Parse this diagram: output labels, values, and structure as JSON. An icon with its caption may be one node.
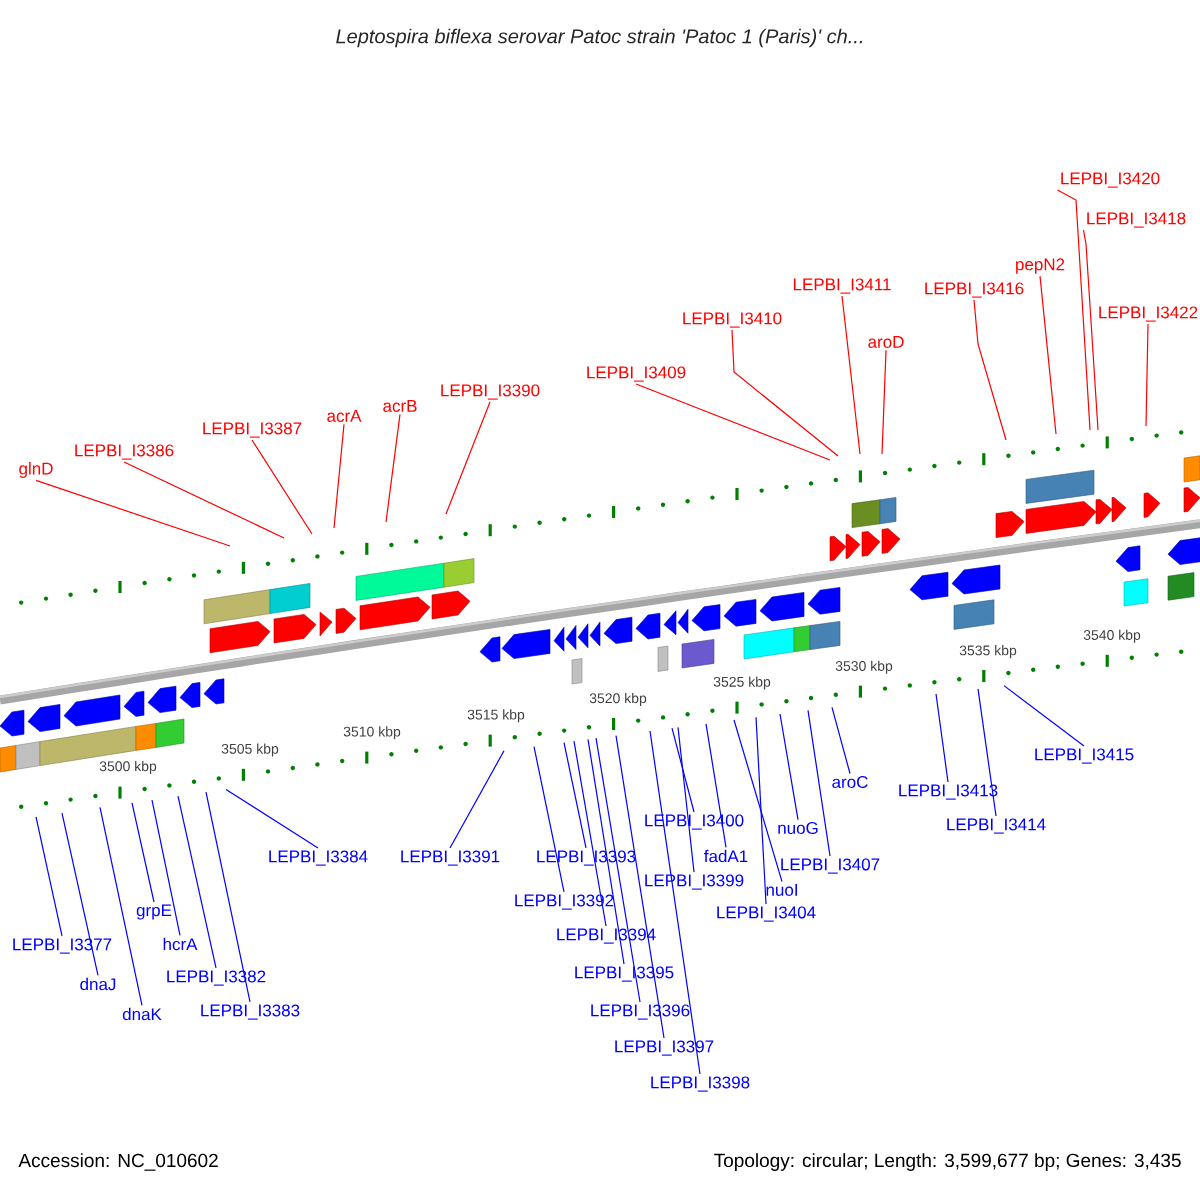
{
  "diagram": {
    "title": "Leptospira biflexa serovar Patoc strain 'Patoc 1 (Paris)' ch...",
    "nodes": [
      {
        "text": [
          "glnD"
        ]
      },
      {
        "text": [
          "LEPBI_I3386"
        ]
      },
      {
        "text": [
          "LEPBI_I3387"
        ]
      },
      {
        "text": [
          "acrA"
        ]
      },
      {
        "text": [
          "acrB"
        ]
      },
      {
        "text": [
          "LEPBI_I3390"
        ]
      },
      {
        "text": [
          "LEPBI_I3409"
        ]
      },
      {
        "text": [
          "LEPBI_I3410"
        ]
      },
      {
        "text": [
          "LEPBI_I3411"
        ]
      },
      {
        "text": [
          "aroD"
        ]
      },
      {
        "text": [
          "LEPBI_I3416"
        ]
      },
      {
        "text": [
          "pepN2"
        ]
      },
      {
        "text": [
          "LEPBI_I3418"
        ]
      },
      {
        "text": [
          "LEPBI_I3420"
        ]
      },
      {
        "text": [
          "LEPBI_I3422"
        ]
      },
      {
        "text": [
          "LEPBI_I3377"
        ]
      },
      {
        "text": [
          "dnaJ"
        ]
      },
      {
        "text": [
          "dnaK"
        ]
      },
      {
        "text": [
          "grpE"
        ]
      },
      {
        "text": [
          "hcrA"
        ]
      },
      {
        "text": [
          "LEPBI_I3382"
        ]
      },
      {
        "text": [
          "LEPBI_I3383"
        ]
      },
      {
        "text": [
          "LEPBI_I3384"
        ]
      },
      {
        "text": [
          "LEPBI_I3391"
        ]
      },
      {
        "text": [
          "LEPBI_I3392"
        ]
      },
      {
        "text": [
          "LEPBI_I3393"
        ]
      },
      {
        "text": [
          "LEPBI_I3394"
        ]
      },
      {
        "text": [
          "LEPBI_I3395"
        ]
      },
      {
        "text": [
          "LEPBI_I3396"
        ]
      },
      {
        "text": [
          "LEPBI_I3397"
        ]
      },
      {
        "text": [
          "LEPBI_I3398"
        ]
      },
      {
        "text": [
          "LEPBI_I3400"
        ]
      },
      {
        "text": [
          "LEPBI_I3399"
        ]
      },
      {
        "text": [
          "fadA1"
        ]
      },
      {
        "text": [
          "nuoI"
        ]
      },
      {
        "text": [
          "LEPBI_I3404"
        ]
      },
      {
        "text": [
          "nuoG"
        ]
      },
      {
        "text": [
          "LEPBI_I3407"
        ]
      },
      {
        "text": [
          "aroC"
        ]
      },
      {
        "text": [
          "LEPBI_I3413"
        ]
      },
      {
        "text": [
          "LEPBI_I3414"
        ]
      },
      {
        "text": [
          "LEPBI_I3415"
        ]
      }
    ],
    "edges": [
      {
        "from": 0,
        "to": null,
        "arrow": "none",
        "color": "#ff0000"
      },
      {
        "from": 1,
        "to": null,
        "arrow": "none",
        "color": "#ff0000"
      },
      {
        "from": 2,
        "to": null,
        "arrow": "none",
        "color": "#ff0000"
      },
      {
        "from": 3,
        "to": null,
        "arrow": "none",
        "color": "#ff0000"
      },
      {
        "from": 4,
        "to": null,
        "arrow": "none",
        "color": "#ff0000"
      },
      {
        "from": 5,
        "to": null,
        "arrow": "none",
        "color": "#ff0000"
      },
      {
        "from": 6,
        "to": null,
        "arrow": "none",
        "color": "#ff0000"
      },
      {
        "from": 7,
        "to": null,
        "arrow": "none",
        "color": "#ff0000"
      },
      {
        "from": 8,
        "to": null,
        "arrow": "none",
        "color": "#ff0000"
      },
      {
        "from": 9,
        "to": null,
        "arrow": "none",
        "color": "#ff0000"
      },
      {
        "from": 10,
        "to": null,
        "arrow": "none",
        "color": "#ff0000"
      },
      {
        "from": 11,
        "to": null,
        "arrow": "none",
        "color": "#ff0000"
      },
      {
        "from": 12,
        "to": null,
        "arrow": "none",
        "color": "#ff0000"
      },
      {
        "from": 13,
        "to": null,
        "arrow": "none",
        "color": "#ff0000"
      },
      {
        "from": 14,
        "to": null,
        "arrow": "none",
        "color": "#ff0000"
      },
      {
        "from": 15,
        "to": null,
        "arrow": "none"
      },
      {
        "from": 16,
        "to": null,
        "arrow": "none"
      },
      {
        "from": 17,
        "to": null,
        "arrow": "none"
      },
      {
        "from": 18,
        "to": null,
        "arrow": "none"
      },
      {
        "from": 19,
        "to": null,
        "arrow": "none"
      },
      {
        "from": 20,
        "to": null,
        "arrow": "none"
      },
      {
        "from": 21,
        "to": null,
        "arrow": "none"
      },
      {
        "from": 22,
        "to": null,
        "arrow": "none"
      },
      {
        "from": 23,
        "to": null,
        "arrow": "none"
      },
      {
        "from": 24,
        "to": null,
        "arrow": "none"
      },
      {
        "from": 25,
        "to": null,
        "arrow": "none"
      },
      {
        "from": 26,
        "to": null,
        "arrow": "none"
      },
      {
        "from": 27,
        "to": null,
        "arrow": "none"
      },
      {
        "from": 28,
        "to": null,
        "arrow": "none"
      },
      {
        "from": 29,
        "to": null,
        "arrow": "none"
      },
      {
        "from": 30,
        "to": null,
        "arrow": "none"
      },
      {
        "from": 31,
        "to": null,
        "arrow": "none"
      },
      {
        "from": 32,
        "to": null,
        "arrow": "none"
      },
      {
        "from": 33,
        "to": null,
        "arrow": "none"
      },
      {
        "from": 34,
        "to": null,
        "arrow": "none"
      },
      {
        "from": 35,
        "to": null,
        "arrow": "none"
      },
      {
        "from": 36,
        "to": null,
        "arrow": "none"
      },
      {
        "from": 37,
        "to": null,
        "arrow": "none"
      },
      {
        "from": 38,
        "to": null,
        "arrow": "none"
      },
      {
        "from": 39,
        "to": null,
        "arrow": "none"
      },
      {
        "from": 40,
        "to": null,
        "arrow": "none"
      },
      {
        "from": 41,
        "to": null,
        "arrow": "none"
      }
    ],
    "labels": [
      "3500 kbp",
      "3505 kbp",
      "3510 kbp",
      "3515 kbp",
      "3520 kbp",
      "3525 kbp",
      "3530 kbp",
      "3535 kbp",
      "3540 kbp",
      "Accession: NC_010602",
      "Topology: circular; Length: 3,599,677 bp; Genes: 3,435"
    ]
  }
}
